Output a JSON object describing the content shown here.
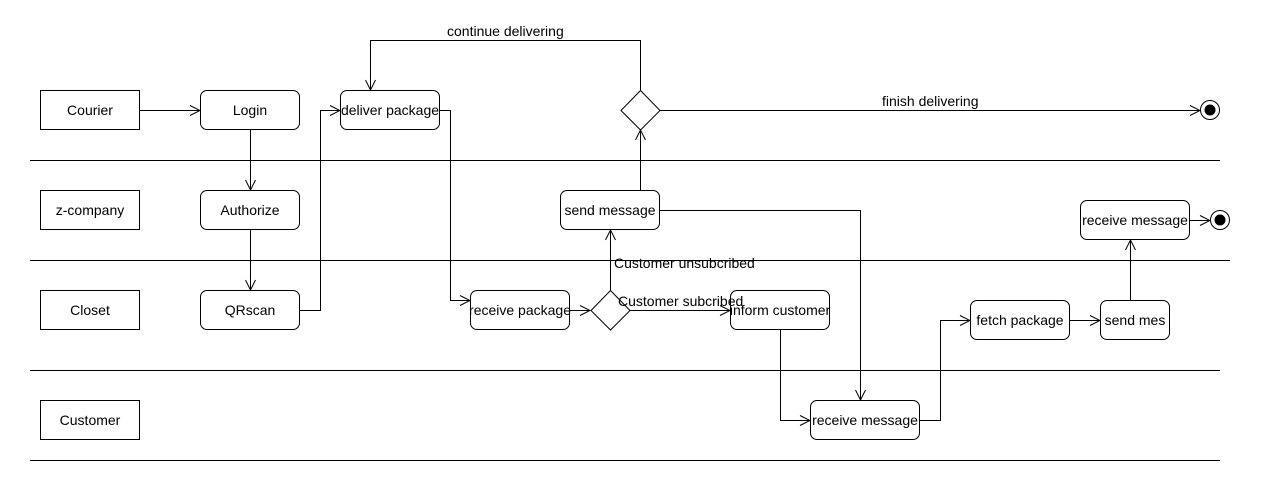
{
  "lanes": {
    "courier": "Courier",
    "zcompany": "z-company",
    "closet": "Closet",
    "customer": "Customer"
  },
  "actions": {
    "login": "Login",
    "authorize": "Authorize",
    "qrscan": "QRscan",
    "deliver_package": "deliver package",
    "receive_package": "receive package",
    "send_message": "send message",
    "inform_customer": "inform customer",
    "receive_message_customer": "receive message",
    "fetch_package": "fetch package",
    "send_mes": "send mes",
    "receive_message_company": "receive message"
  },
  "edge_labels": {
    "continue_delivering": "continue delivering",
    "finish_delivering": "finish delivering",
    "customer_unsubscribed": "Customer unsubcribed",
    "customer_subscribed": "Customer subcribed"
  }
}
